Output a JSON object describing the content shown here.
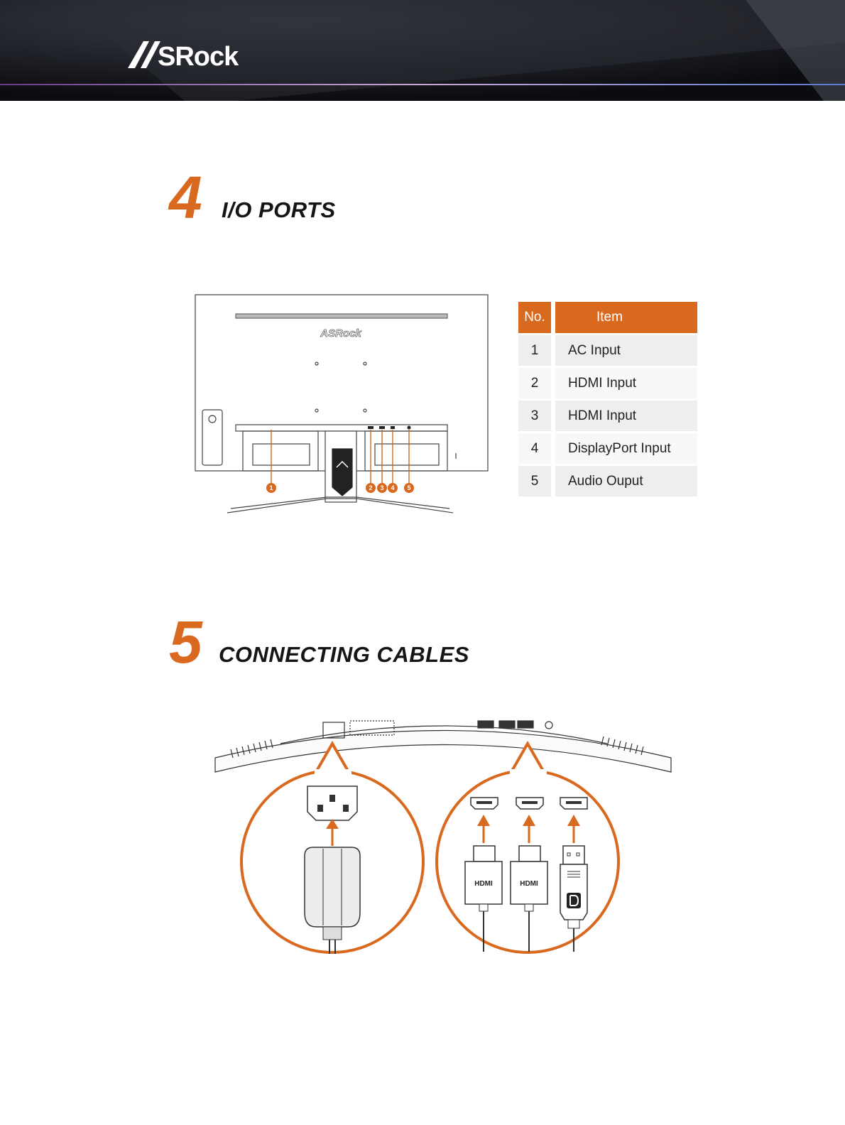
{
  "brand": {
    "logo_text": "ASRock"
  },
  "section4": {
    "number": "4",
    "title": "I/O PORTS",
    "table": {
      "headers": [
        "No.",
        "Item"
      ],
      "rows": [
        {
          "no": "1",
          "item": "AC Input"
        },
        {
          "no": "2",
          "item": "HDMI Input"
        },
        {
          "no": "3",
          "item": "HDMI Input"
        },
        {
          "no": "4",
          "item": "DisplayPort Input"
        },
        {
          "no": "5",
          "item": "Audio Ouput"
        }
      ]
    },
    "callouts": [
      "1",
      "2",
      "3",
      "4",
      "5"
    ]
  },
  "section5": {
    "number": "5",
    "title": "CONNECTING CABLES",
    "connector_labels": [
      "HDMI",
      "HDMI"
    ]
  },
  "colors": {
    "accent": "#d9691e",
    "header_bg": "#0d0e12",
    "text": "#151515"
  }
}
